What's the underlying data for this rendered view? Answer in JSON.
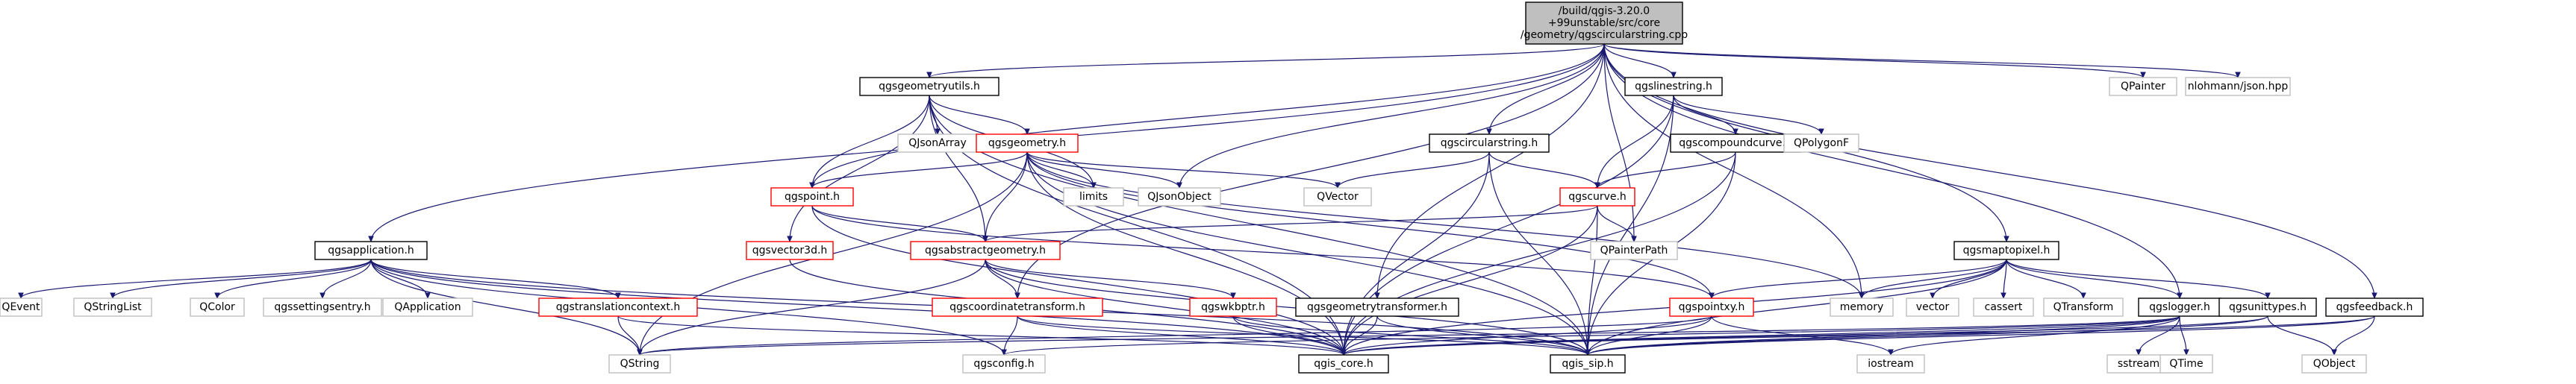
{
  "colors": {
    "root_fill": "#bfbfbf",
    "normal_border": "#000000",
    "linked_border": "#ff0000",
    "external_border": "#bfbfbf",
    "edge": "#191970",
    "text": "#000000"
  },
  "nodes": [
    {
      "id": "root",
      "kind": "root",
      "lines": [
        "/build/qgis-3.20.0",
        "+99unstable/src/core",
        "/geometry/qgscircularstring.cpp"
      ]
    },
    {
      "id": "qgsgeometryutils",
      "kind": "normal",
      "lines": [
        "qgsgeometryutils.h"
      ]
    },
    {
      "id": "qgslinestring",
      "kind": "normal",
      "lines": [
        "qgslinestring.h"
      ]
    },
    {
      "id": "qpainter",
      "kind": "external",
      "lines": [
        "QPainter"
      ]
    },
    {
      "id": "nlohmann",
      "kind": "external",
      "lines": [
        "nlohmann/json.hpp"
      ]
    },
    {
      "id": "qjsonarray",
      "kind": "external",
      "lines": [
        "QJsonArray"
      ]
    },
    {
      "id": "qgsgeometry",
      "kind": "linked",
      "lines": [
        "qgsgeometry.h"
      ]
    },
    {
      "id": "qgscompoundcurve",
      "kind": "normal",
      "lines": [
        "qgscompoundcurve.h"
      ]
    },
    {
      "id": "qpolygonf",
      "kind": "external",
      "lines": [
        "QPolygonF"
      ]
    },
    {
      "id": "qgscircularstring",
      "kind": "normal",
      "lines": [
        "qgscircularstring.h"
      ]
    },
    {
      "id": "qgspoint",
      "kind": "linked",
      "lines": [
        "qgspoint.h"
      ]
    },
    {
      "id": "limits",
      "kind": "external",
      "lines": [
        "limits"
      ]
    },
    {
      "id": "qjsonobject",
      "kind": "external",
      "lines": [
        "QJsonObject"
      ]
    },
    {
      "id": "qvector",
      "kind": "external",
      "lines": [
        "QVector"
      ]
    },
    {
      "id": "qgscurve",
      "kind": "linked",
      "lines": [
        "qgscurve.h"
      ]
    },
    {
      "id": "qgsvector3d",
      "kind": "linked",
      "lines": [
        "qgsvector3d.h"
      ]
    },
    {
      "id": "qgsabstractgeometry",
      "kind": "linked",
      "lines": [
        "qgsabstractgeometry.h"
      ]
    },
    {
      "id": "qpainterpath",
      "kind": "external",
      "lines": [
        "QPainterPath"
      ]
    },
    {
      "id": "qgsapplication",
      "kind": "normal",
      "lines": [
        "qgsapplication.h"
      ]
    },
    {
      "id": "qgsmaptopixel",
      "kind": "normal",
      "lines": [
        "qgsmaptopixel.h"
      ]
    },
    {
      "id": "qevent",
      "kind": "external",
      "lines": [
        "QEvent"
      ]
    },
    {
      "id": "qstringlist",
      "kind": "external",
      "lines": [
        "QStringList"
      ]
    },
    {
      "id": "qcolor",
      "kind": "external",
      "lines": [
        "QColor"
      ]
    },
    {
      "id": "qgssettingsentry",
      "kind": "external",
      "lines": [
        "qgssettingsentry.h"
      ]
    },
    {
      "id": "qapplication",
      "kind": "external",
      "lines": [
        "QApplication"
      ]
    },
    {
      "id": "qgstranslationcontext",
      "kind": "linked",
      "lines": [
        "qgstranslationcontext.h"
      ]
    },
    {
      "id": "qgscoordinatetransform",
      "kind": "linked",
      "lines": [
        "qgscoordinatetransform.h"
      ]
    },
    {
      "id": "qgswkbptr",
      "kind": "linked",
      "lines": [
        "qgswkbptr.h"
      ]
    },
    {
      "id": "qgsgeometrytransformer",
      "kind": "normal",
      "lines": [
        "qgsgeometrytransformer.h"
      ]
    },
    {
      "id": "qgspointxy",
      "kind": "linked",
      "lines": [
        "qgspointxy.h"
      ]
    },
    {
      "id": "memory",
      "kind": "external",
      "lines": [
        "memory"
      ]
    },
    {
      "id": "vector",
      "kind": "external",
      "lines": [
        "vector"
      ]
    },
    {
      "id": "cassert",
      "kind": "external",
      "lines": [
        "cassert"
      ]
    },
    {
      "id": "qtransform",
      "kind": "external",
      "lines": [
        "QTransform"
      ]
    },
    {
      "id": "qgslogger",
      "kind": "normal",
      "lines": [
        "qgslogger.h"
      ]
    },
    {
      "id": "qgsunittypes",
      "kind": "normal",
      "lines": [
        "qgsunittypes.h"
      ]
    },
    {
      "id": "qgsfeedback",
      "kind": "normal",
      "lines": [
        "qgsfeedback.h"
      ]
    },
    {
      "id": "qstring",
      "kind": "external",
      "lines": [
        "QString"
      ]
    },
    {
      "id": "qgsconfig",
      "kind": "external",
      "lines": [
        "qgsconfig.h"
      ]
    },
    {
      "id": "qgis_core",
      "kind": "normal",
      "lines": [
        "qgis_core.h"
      ]
    },
    {
      "id": "qgis_sip",
      "kind": "normal",
      "lines": [
        "qgis_sip.h"
      ]
    },
    {
      "id": "iostream",
      "kind": "external",
      "lines": [
        "iostream"
      ]
    },
    {
      "id": "sstream",
      "kind": "external",
      "lines": [
        "sstream"
      ]
    },
    {
      "id": "qtime",
      "kind": "external",
      "lines": [
        "QTime"
      ]
    },
    {
      "id": "qobject",
      "kind": "external",
      "lines": [
        "QObject"
      ]
    }
  ],
  "edges": [
    [
      "root",
      "qgsgeometryutils"
    ],
    [
      "root",
      "qgslinestring"
    ],
    [
      "root",
      "qpainter"
    ],
    [
      "root",
      "nlohmann"
    ],
    [
      "root",
      "qgsapplication"
    ],
    [
      "root",
      "qgspoint"
    ],
    [
      "root",
      "qjsonobject"
    ],
    [
      "root",
      "qgscircularstring"
    ],
    [
      "root",
      "qgsmaptopixel"
    ],
    [
      "root",
      "qgscoordinatetransform"
    ],
    [
      "root",
      "qgsgeometrytransformer"
    ],
    [
      "root",
      "qgsfeedback"
    ],
    [
      "root",
      "memory"
    ],
    [
      "root",
      "qpainterpath"
    ],
    [
      "root",
      "qgslogger"
    ],
    [
      "qgsgeometryutils",
      "qjsonarray"
    ],
    [
      "qgsgeometryutils",
      "qgsgeometry"
    ],
    [
      "qgsgeometryutils",
      "qgspoint"
    ],
    [
      "qgsgeometryutils",
      "limits"
    ],
    [
      "qgsgeometryutils",
      "qgsvector3d"
    ],
    [
      "qgsgeometryutils",
      "qgis_core"
    ],
    [
      "qgsgeometryutils",
      "qgis_sip"
    ],
    [
      "qgsgeometryutils",
      "qgsabstractgeometry"
    ],
    [
      "qgslinestring",
      "qgscompoundcurve"
    ],
    [
      "qgslinestring",
      "qpolygonf"
    ],
    [
      "qgslinestring",
      "qgscurve"
    ],
    [
      "qgslinestring",
      "qgis_core"
    ],
    [
      "qgslinestring",
      "qgis_sip"
    ],
    [
      "qgsgeometry",
      "qjsonobject"
    ],
    [
      "qgsgeometry",
      "qvector"
    ],
    [
      "qgsgeometry",
      "limits"
    ],
    [
      "qgsgeometry",
      "qgspoint"
    ],
    [
      "qgsgeometry",
      "qgsabstractgeometry"
    ],
    [
      "qgsgeometry",
      "qgspointxy"
    ],
    [
      "qgsgeometry",
      "qgis_core"
    ],
    [
      "qgsgeometry",
      "qgis_sip"
    ],
    [
      "qgsgeometry",
      "memory"
    ],
    [
      "qgsgeometry",
      "qstring"
    ],
    [
      "qgscompoundcurve",
      "qgscurve"
    ],
    [
      "qgscompoundcurve",
      "qgis_core"
    ],
    [
      "qgscompoundcurve",
      "qgis_sip"
    ],
    [
      "qgscircularstring",
      "qvector"
    ],
    [
      "qgscircularstring",
      "qgscurve"
    ],
    [
      "qgscircularstring",
      "qgis_core"
    ],
    [
      "qgscircularstring",
      "qgis_sip"
    ],
    [
      "qgspoint",
      "qgsabstractgeometry"
    ],
    [
      "qgspoint",
      "qgis_core"
    ],
    [
      "qgspoint",
      "qgspointxy"
    ],
    [
      "qgscurve",
      "qgsabstractgeometry"
    ],
    [
      "qgscurve",
      "qpainterpath"
    ],
    [
      "qgscurve",
      "qgis_core"
    ],
    [
      "qgscurve",
      "qgis_sip"
    ],
    [
      "qgsvector3d",
      "qgis_core"
    ],
    [
      "qgsabstractgeometry",
      "qgscoordinatetransform"
    ],
    [
      "qgsabstractgeometry",
      "qgswkbptr"
    ],
    [
      "qgsabstractgeometry",
      "qgis_core"
    ],
    [
      "qgsabstractgeometry",
      "qgis_sip"
    ],
    [
      "qgsabstractgeometry",
      "qstring"
    ],
    [
      "qgsapplication",
      "qevent"
    ],
    [
      "qgsapplication",
      "qstringlist"
    ],
    [
      "qgsapplication",
      "qcolor"
    ],
    [
      "qgsapplication",
      "qgssettingsentry"
    ],
    [
      "qgsapplication",
      "qapplication"
    ],
    [
      "qgsapplication",
      "qgstranslationcontext"
    ],
    [
      "qgsapplication",
      "qgis_core"
    ],
    [
      "qgsapplication",
      "qgsconfig"
    ],
    [
      "qgsapplication",
      "qgis_sip"
    ],
    [
      "qgsapplication",
      "qstring"
    ],
    [
      "qgstranslationcontext",
      "qstring"
    ],
    [
      "qgstranslationcontext",
      "qgis_core"
    ],
    [
      "qgscoordinatetransform",
      "qgsconfig"
    ],
    [
      "qgscoordinatetransform",
      "qgis_core"
    ],
    [
      "qgscoordinatetransform",
      "qgis_sip"
    ],
    [
      "qgswkbptr",
      "qgis_core"
    ],
    [
      "qgswkbptr",
      "qgis_sip"
    ],
    [
      "qgsgeometrytransformer",
      "qgis_core"
    ],
    [
      "qgsgeometrytransformer",
      "qgis_sip"
    ],
    [
      "qgsmaptopixel",
      "qgspointxy"
    ],
    [
      "qgsmaptopixel",
      "memory"
    ],
    [
      "qgsmaptopixel",
      "vector"
    ],
    [
      "qgsmaptopixel",
      "cassert"
    ],
    [
      "qgsmaptopixel",
      "qtransform"
    ],
    [
      "qgsmaptopixel",
      "qgis_core"
    ],
    [
      "qgsmaptopixel",
      "qgis_sip"
    ],
    [
      "qgsmaptopixel",
      "qgslogger"
    ],
    [
      "qgsmaptopixel",
      "qgsunittypes"
    ],
    [
      "qgspointxy",
      "qgis_core"
    ],
    [
      "qgspointxy",
      "qgis_sip"
    ],
    [
      "qgspointxy",
      "iostream"
    ],
    [
      "qgspointxy",
      "qstring"
    ],
    [
      "qgslogger",
      "iostream"
    ],
    [
      "qgslogger",
      "sstream"
    ],
    [
      "qgslogger",
      "qtime"
    ],
    [
      "qgslogger",
      "qgis_core"
    ],
    [
      "qgslogger",
      "qgsconfig"
    ],
    [
      "qgslogger",
      "qstring"
    ],
    [
      "qgslogger",
      "qgis_sip"
    ],
    [
      "qgsunittypes",
      "qobject"
    ],
    [
      "qgsunittypes",
      "qgis_core"
    ],
    [
      "qgsunittypes",
      "qgis_sip"
    ],
    [
      "qgsfeedback",
      "qobject"
    ],
    [
      "qgsfeedback",
      "qgis_core"
    ],
    [
      "qgsfeedback",
      "qgis_sip"
    ]
  ]
}
